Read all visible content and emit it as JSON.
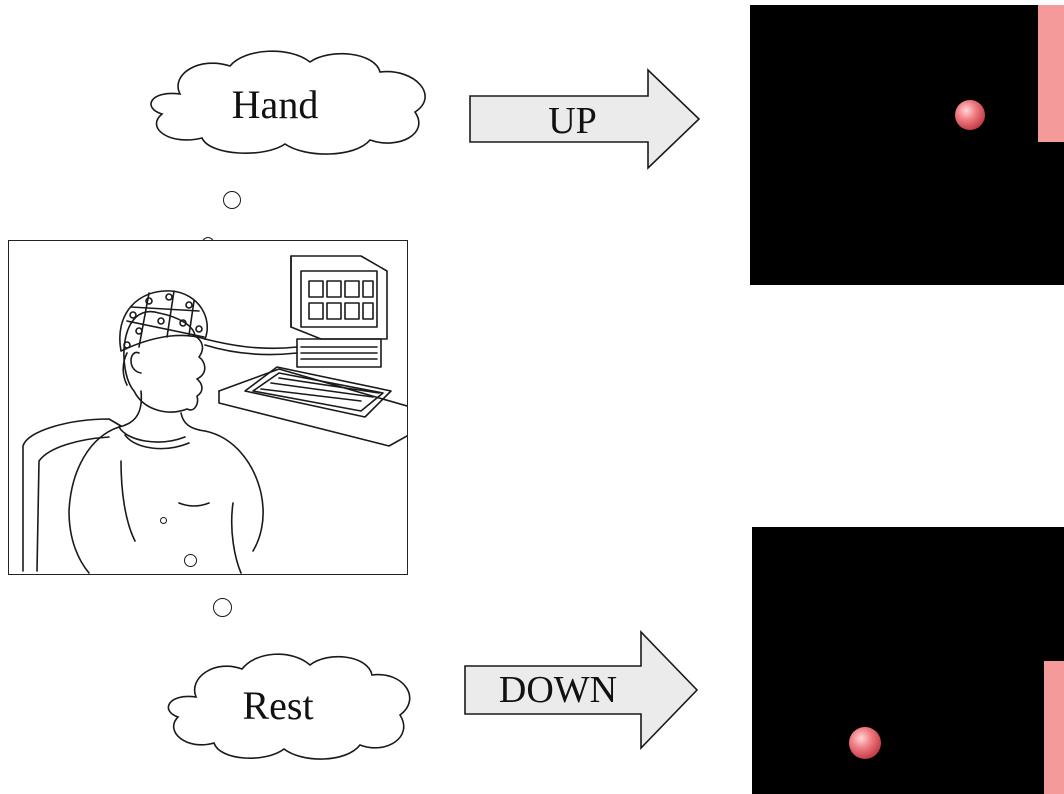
{
  "thoughts": {
    "top": "Hand",
    "bottom": "Rest"
  },
  "arrows": {
    "top": "UP",
    "bottom": "DOWN"
  },
  "colors": {
    "arrow_fill": "#ebebeb",
    "screen_bg": "#000000",
    "target_bar": "#f49a9a",
    "ball": "#e0525a"
  },
  "icons": {
    "person": "person-with-eeg-cap-at-computer",
    "ball": "cursor-ball",
    "target": "target-bar"
  }
}
